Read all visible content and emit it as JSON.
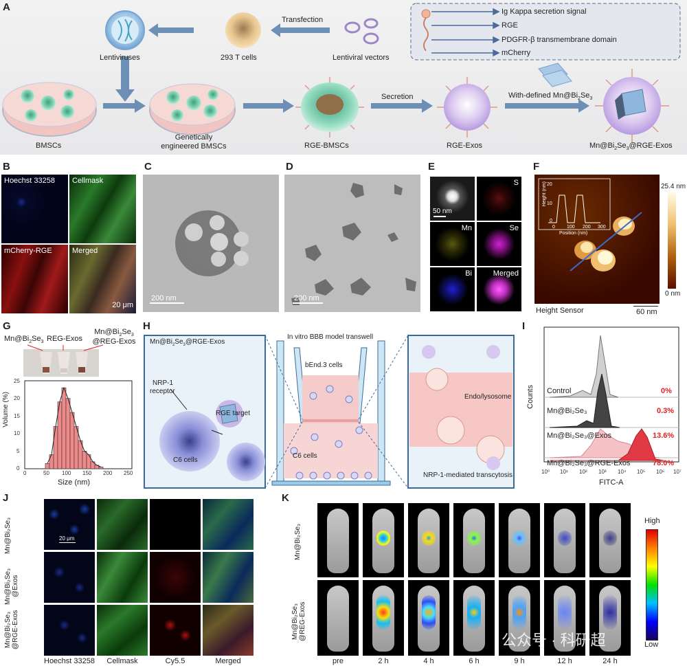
{
  "panels": {
    "A": "A",
    "B": "B",
    "C": "C",
    "D": "D",
    "E": "E",
    "F": "F",
    "G": "G",
    "H": "H",
    "I": "I",
    "J": "J",
    "K": "K"
  },
  "panelA": {
    "transfection": "Transfection",
    "lentiviruses": "Lentiviruses",
    "t293": "293 T cells",
    "lentiviral_vectors": "Lentiviral vectors",
    "legend": [
      "Ig Kappa secretion signal",
      "RGE",
      "PDGFR-β transmembrane domain",
      "mCherry"
    ],
    "bmscs": "BMSCs",
    "genetically": "Genetically",
    "engineered": "engineered BMSCs",
    "rge_bmscs": "RGE-BMSCs",
    "secretion": "Secretion",
    "rge_exos": "RGE-Exos",
    "with_defined": "With-defined Mn@Bi",
    "with_defined_sub1": "2",
    "with_defined_mid": "Se",
    "with_defined_sub2": "3",
    "final": "Mn@Bi",
    "final_sub1": "2",
    "final_mid": "Se",
    "final_sub2": "3",
    "final_end": "@RGE-Exos"
  },
  "panelB": {
    "q1": "Hoechst 33258",
    "q2": "Cellmask",
    "q3": "mCherry-RGE",
    "q4": "Merged",
    "scale": "20 μm"
  },
  "panelC": {
    "scale": "200 nm"
  },
  "panelD": {
    "scale": "200 nm"
  },
  "panelE": {
    "scale": "50 nm",
    "S": "S",
    "Mn": "Mn",
    "Se": "Se",
    "Bi": "Bi",
    "Merged": "Merged"
  },
  "panelF": {
    "colorbar_max": "25.4 nm",
    "colorbar_min": "0 nm",
    "sensor": "Height Sensor",
    "scale": "60 nm",
    "inset_ylabel": "Height (nm)",
    "inset_xlabel": "Position (nm)",
    "inset_yticks": [
      "0",
      "10",
      "20"
    ],
    "inset_xticks": [
      "0",
      "100",
      "200",
      "300"
    ]
  },
  "panelG": {
    "vial1": "Mn@Bi",
    "vial1_sub1": "2",
    "vial1_mid": "Se",
    "vial1_sub2": "3",
    "vial2": "REG-Exos",
    "vial3_l1": "Mn@Bi",
    "vial3_sub1": "2",
    "vial3_mid": "Se",
    "vial3_sub2": "3",
    "vial3_l2": "@REG-Exos"
  },
  "chart_data": {
    "type": "bar",
    "xlabel": "Size (nm)",
    "ylabel": "Volume (%)",
    "xlim": [
      0,
      260
    ],
    "ylim": [
      0,
      25
    ],
    "xticks": [
      "0",
      "50",
      "100",
      "150",
      "200",
      "250"
    ],
    "yticks": [
      "0",
      "5",
      "10",
      "15",
      "20",
      "25"
    ],
    "bin_width": 10,
    "bin_centers": [
      55,
      65,
      75,
      85,
      95,
      105,
      115,
      125,
      135,
      145,
      155,
      165,
      175,
      185
    ],
    "values": [
      1.5,
      4.0,
      12.0,
      19.0,
      23.0,
      20.0,
      16.0,
      12.0,
      8.0,
      5.0,
      4.0,
      2.0,
      1.0,
      0.5
    ],
    "fit_curve": true,
    "bar_color": "#f08a8a"
  },
  "panelH": {
    "particle": "Mn@Bi",
    "particle_sub1": "2",
    "particle_mid": "Se",
    "particle_sub2": "3",
    "particle_end": "@RGE-Exos",
    "nrp": "NRP-1",
    "receptor": "receptor",
    "rge_target": "RGE target",
    "c6": "C6 cells",
    "title": "In vitro BBB model transwell",
    "bend": "bEnd.3 cells",
    "c6b": "C6 cells",
    "endo": "Endo/lysosome",
    "transcytosis": "NRP-1-mediated transcytosis"
  },
  "panelI": {
    "ylabel": "Counts",
    "xlabel": "FITC-A",
    "xticks": [
      "10⁰",
      "10¹",
      "10²",
      "10³",
      "10⁴",
      "10⁵",
      "10⁶",
      "10⁷"
    ],
    "rows": [
      {
        "name": "Control",
        "pct": "0%"
      },
      {
        "name": "Mn@Bi₂Se₃",
        "pct": "0.3%"
      },
      {
        "name": "Mn@Bi₂Se₃@Exos",
        "pct": "13.6%"
      },
      {
        "name": "Mn@Bi₂Se₃@RGE-Exos",
        "pct": "78.0%"
      }
    ],
    "pct_color": "#e02020"
  },
  "panelJ": {
    "rows": [
      "Mn@Bi₂Se₃",
      "Mn@Bi₂Se₃ @Exos",
      "Mn@Bi₂Se₃ @RGE-Exos"
    ],
    "row1": "Mn@Bi₂Se₃",
    "row2a": "Mn@Bi₂Se₃",
    "row2b": "@Exos",
    "row3a": "Mn@Bi₂Se₃",
    "row3b": "@RGE-Exos",
    "scale": "20 μm",
    "cols": [
      "Hoechst 33258",
      "Cellmask",
      "Cy5.5",
      "Merged"
    ]
  },
  "panelK": {
    "row1": "Mn@Bi₂Se₃",
    "row2a": "Mn@Bi₂Se₃",
    "row2b": "@REG-Exos",
    "times": [
      "pre",
      "2 h",
      "4 h",
      "6 h",
      "9 h",
      "12 h",
      "24 h"
    ],
    "high": "High",
    "low": "Low",
    "watermark": "公众号 · 科研超"
  }
}
